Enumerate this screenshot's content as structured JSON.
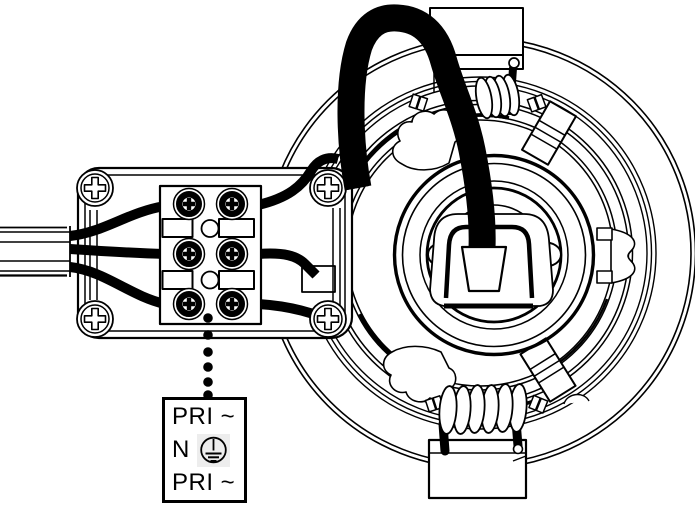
{
  "label_box": {
    "line1": "PRI ~",
    "line2": "N",
    "line3": "PRI ~",
    "symbol": "protective-earth-icon"
  },
  "colors": {
    "line": "#000000",
    "background": "#ffffff",
    "symbol_background": "#ededed"
  }
}
